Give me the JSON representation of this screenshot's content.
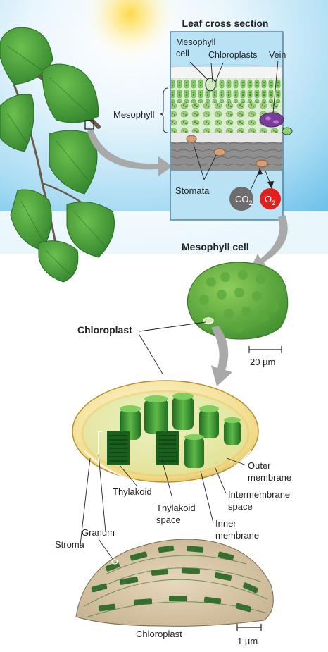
{
  "leaf_section": {
    "title": "Leaf cross section",
    "mesophyll_cell_line1": "Mesophyll",
    "mesophyll_cell_line2": "cell",
    "chloroplasts": "Chloroplasts",
    "vein": "Vein",
    "mesophyll": "Mesophyll",
    "stomata": "Stomata",
    "co2": "CO",
    "co2_sub": "2",
    "o2": "O",
    "o2_sub": "2"
  },
  "cell_view": {
    "title": "Mesophyll cell",
    "scale": "20 µm"
  },
  "chloroplast_view": {
    "title": "Chloroplast",
    "outer_membrane_1": "Outer",
    "outer_membrane_2": "membrane",
    "intermembrane_1": "Intermembrane",
    "intermembrane_2": "space",
    "inner_membrane_1": "Inner",
    "inner_membrane_2": "membrane",
    "thylakoid": "Thylakoid",
    "thylakoid_space_1": "Thylakoid",
    "thylakoid_space_2": "space",
    "granum": "Granum",
    "stroma": "Stroma"
  },
  "micrograph": {
    "caption": "Chloroplast",
    "scale": "1 µm"
  },
  "colors": {
    "sky": "#7cc8ee",
    "leaf": "#3f9a3a",
    "arrow": "#a9a9a9",
    "co2": "#6d6d6d",
    "o2": "#e0201e",
    "vein": "#7a3c9a",
    "chloroplast_envelope": "#e6cf6e"
  }
}
